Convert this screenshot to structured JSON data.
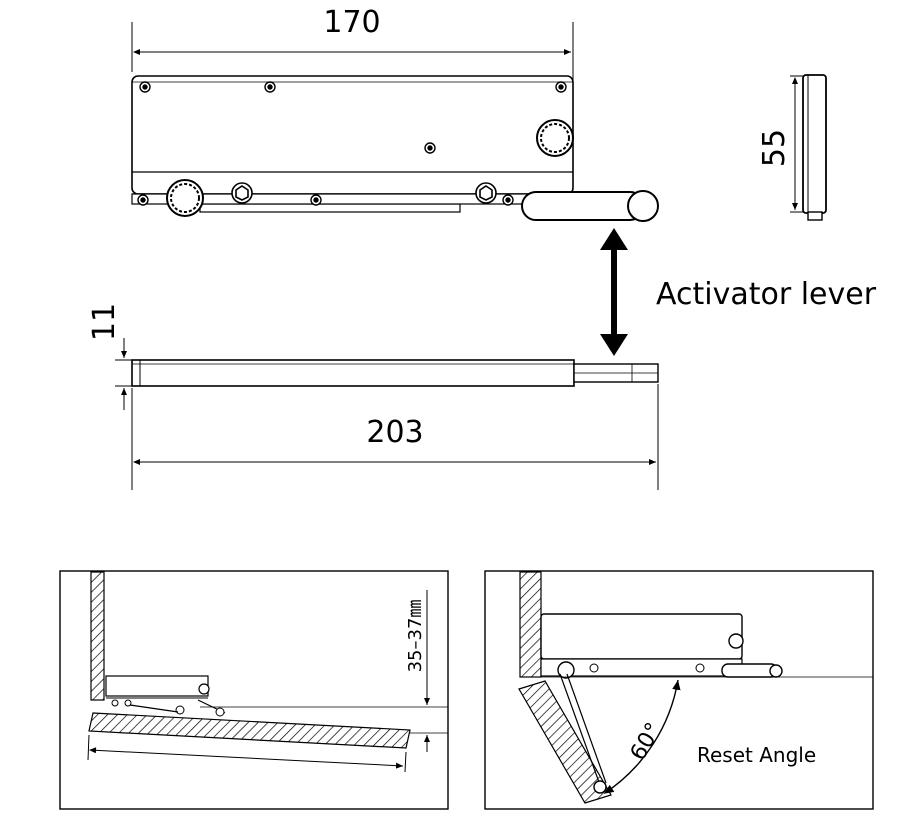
{
  "dimensions": {
    "width_top": "170",
    "height_side": "55",
    "thickness": "11",
    "length_bottom": "203",
    "gap": "35–37㎜",
    "angle": "60°"
  },
  "labels": {
    "activator": "Activator lever",
    "reset_angle": "Reset Angle"
  }
}
